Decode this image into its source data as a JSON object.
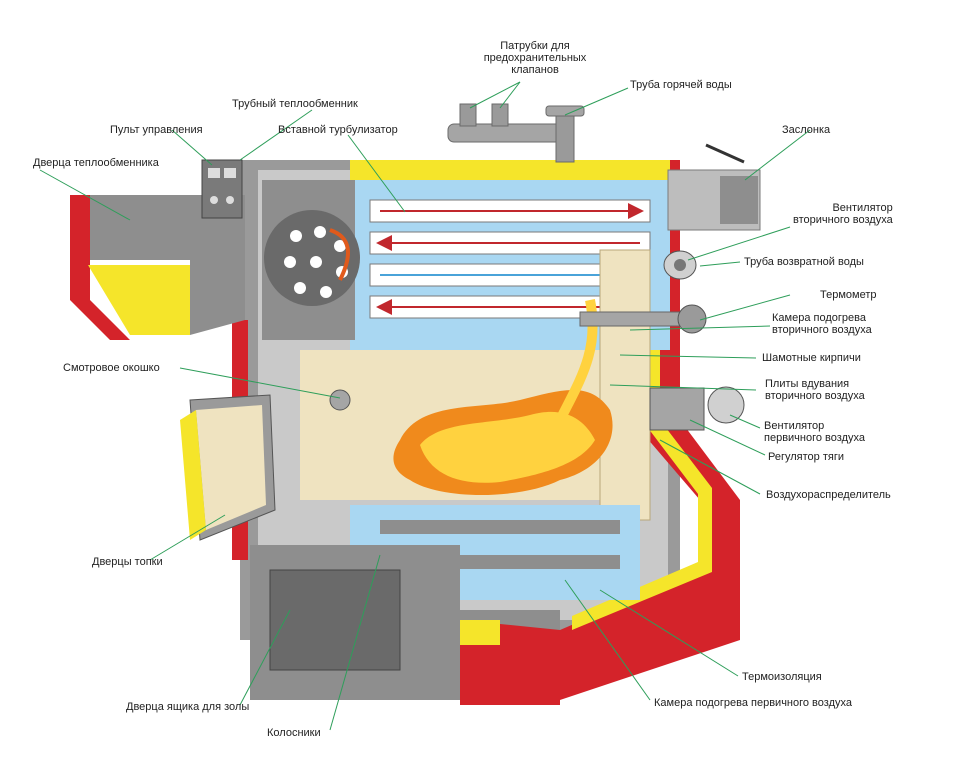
{
  "labels": {
    "patrubki": "Патрубки для\nпредохранительных\nклапанов",
    "hot_water_pipe": "Труба горячей воды",
    "tube_hx": "Трубный теплообменник",
    "control_panel": "Пульт управления",
    "turbulizer": "Вставной турбулизатор",
    "hx_door": "Дверца теплообменника",
    "damper": "Заслонка",
    "secondary_fan": "Вентилятор\nвторичного воздуха",
    "return_pipe": "Труба возвратной воды",
    "thermometer": "Термометр",
    "secondary_preheat": "Камера подогрева\nвторичного воздуха",
    "view_window": "Смотровое окошко",
    "chamotte": "Шамотные кирпичи",
    "blow_plates": "Плиты вдувания\nвторичного воздуха",
    "primary_fan": "Вентилятор\nпервичного воздуха",
    "draft_regulator": "Регулятор тяги",
    "air_distributor": "Воздухораспределитель",
    "firebox_doors": "Дверцы топки",
    "thermal_insulation": "Термоизоляция",
    "primary_preheat": "Камера подогрева первичного воздуха",
    "ash_door": "Дверца ящика для золы",
    "grates": "Колосники"
  },
  "colors": {
    "red": "#d4232a",
    "yellow": "#f5e52a",
    "grey_light": "#b5b5b5",
    "grey_mid": "#8e8e8e",
    "grey_dark": "#5c5c5c",
    "blue": "#a9d7f2",
    "blue_dark": "#4aa3d9",
    "flame_orange": "#f08a1c",
    "flame_yellow": "#ffd23f",
    "chamotte": "#efe3c0"
  }
}
